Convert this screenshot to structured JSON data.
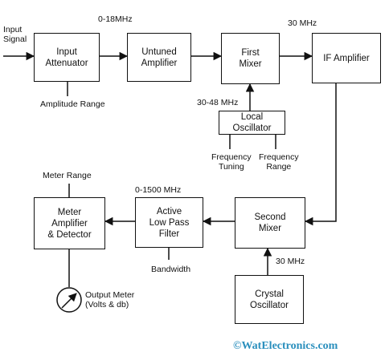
{
  "blocks": {
    "input_attenuator": "Input\nAttenuator",
    "untuned_amplifier": "Untuned\nAmplifier",
    "first_mixer": "First\nMixer",
    "if_amplifier": "IF Amplifier",
    "local_oscillator": "Local\nOscillator",
    "meter_amplifier": "Meter\nAmplifier\n& Detector",
    "low_pass_filter": "Active\nLow Pass\nFilter",
    "second_mixer": "Second\nMixer",
    "crystal_oscillator": "Crystal\nOscillator"
  },
  "labels": {
    "input_signal": "Input\nSignal",
    "freq_0_18": "0-18MHz",
    "freq_30": "30 MHz",
    "amplitude_range": "Amplitude Range",
    "freq_30_48": "30-48 MHz",
    "frequency_tuning": "Frequency\nTuning",
    "frequency_range": "Frequency\nRange",
    "meter_range": "Meter Range",
    "freq_0_1500": "0-1500 MHz",
    "bandwidth": "Bandwidth",
    "freq_30_crystal": "30 MHz",
    "output_meter": "Output Meter\n(Volts & db)"
  },
  "watermark": "©WatElectronics.com",
  "colors": {
    "line": "#111111",
    "watermark": "#2a8fbd"
  }
}
